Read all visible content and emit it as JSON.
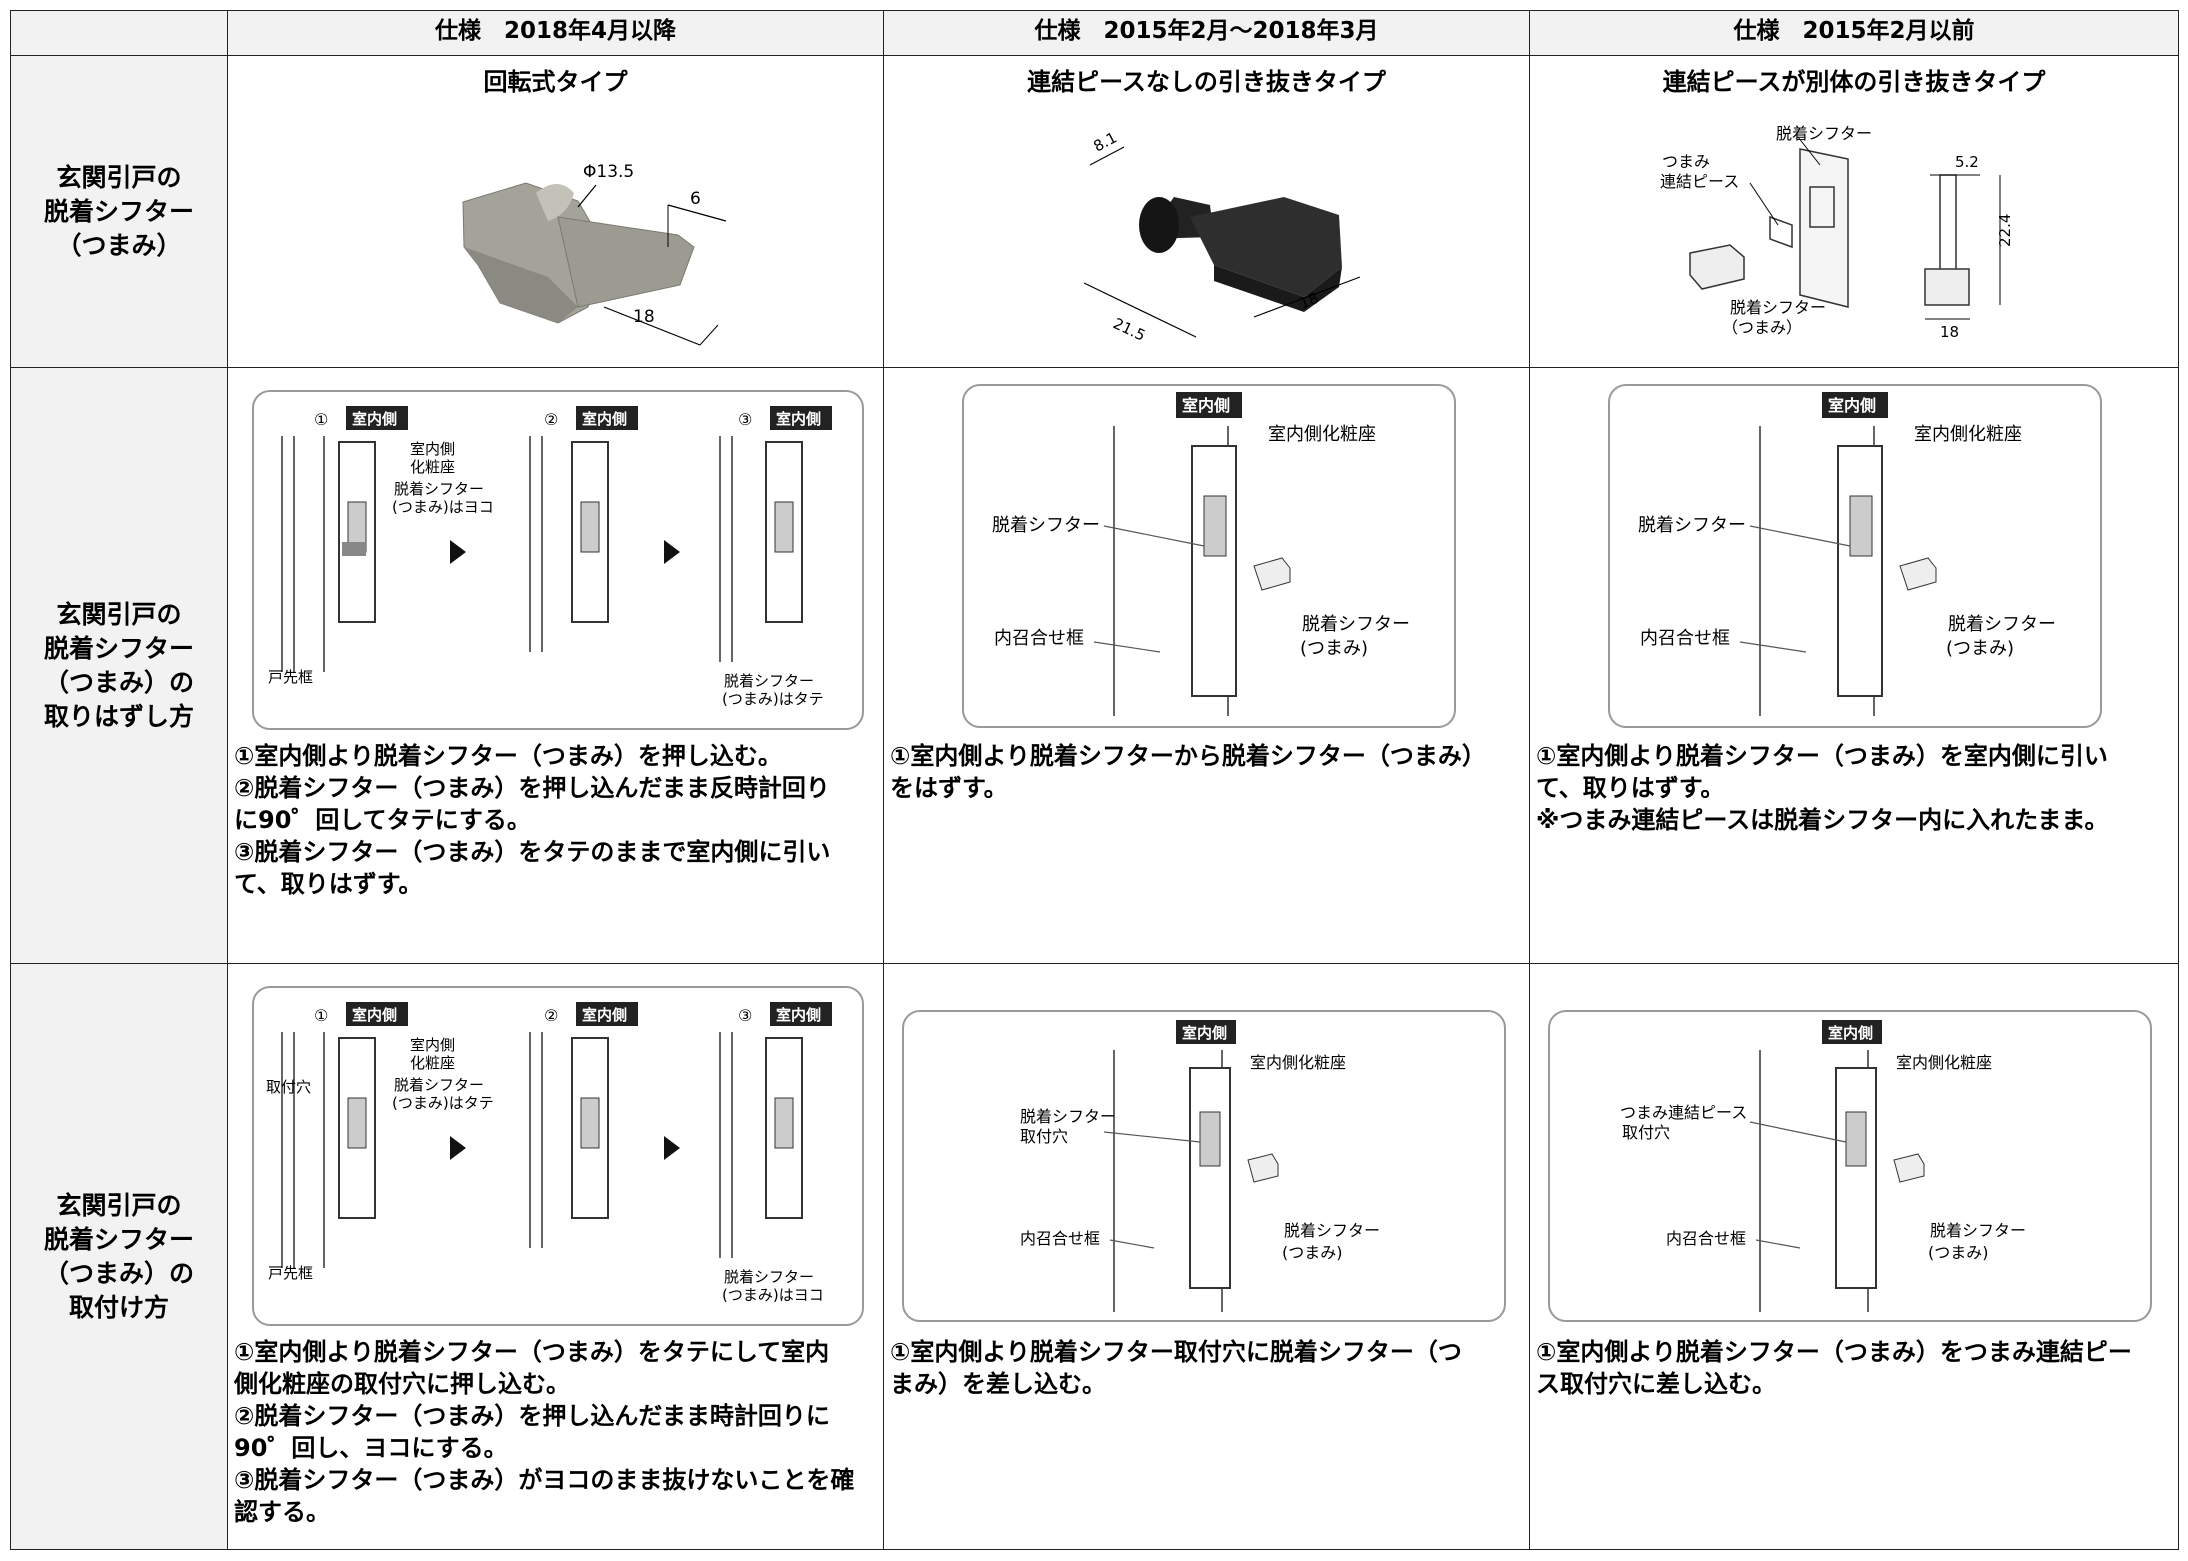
{
  "header": {
    "col1": "仕様　2018年4月以降",
    "col2": "仕様　2015年2月～2018年3月",
    "col3": "仕様　2015年2月以前"
  },
  "rows": {
    "knob": [
      "玄関引戸の",
      "脱着シフター",
      "（つまみ）"
    ],
    "remove": [
      "玄関引戸の",
      "脱着シフター",
      "（つまみ）の",
      "取りはずし方"
    ],
    "attach": [
      "玄関引戸の",
      "脱着シフター",
      "（つまみ）の",
      "取付け方"
    ]
  },
  "types": {
    "col1": "回転式タイプ",
    "col2": "連結ピースなしの引き抜きタイプ",
    "col3": "連結ピースが別体の引き抜きタイプ"
  },
  "dims": {
    "col1": {
      "phi": "Φ13.5",
      "w": "6",
      "l": "18"
    },
    "col2": {
      "h": "8.1",
      "l": "21.5",
      "w": "18"
    },
    "col3": {
      "w": "5.2",
      "h": "22.4",
      "l": "18",
      "shifter": "脱着シフター",
      "piece": [
        "つまみ",
        "連結ピース"
      ],
      "knob": [
        "脱着シフター",
        "（つまみ）"
      ]
    }
  },
  "fig_labels": {
    "indoor": "室内側",
    "steps": [
      "①",
      "②",
      "③"
    ],
    "plate2": [
      "室内側",
      "化粧座"
    ],
    "plate1": "室内側化粧座",
    "yoko": [
      "脱着シフター",
      "(つまみ)はヨコ"
    ],
    "tate": [
      "脱着シフター",
      "(つまみ)はタテ"
    ],
    "door_frame": "戸先框",
    "hole": "取付穴",
    "shifter": "脱着シフター",
    "shifter_hole": [
      "脱着シフター",
      "取付穴"
    ],
    "piece_hole": [
      "つまみ連結ピース",
      "取付穴"
    ],
    "frame": "内召合せ框",
    "knob": [
      "脱着シフター",
      "(つまみ)"
    ]
  },
  "remove_desc": {
    "col1": [
      "①室内側より脱着シフター（つまみ）を押し込む。",
      "②脱着シフター（つまみ）を押し込んだまま反時計回り",
      "に90゜回してタテにする。",
      "③脱着シフター（つまみ）をタテのままで室内側に引い",
      "て、取りはずす。"
    ],
    "col2": [
      "①室内側より脱着シフターから脱着シフター（つまみ）",
      "をはずす。"
    ],
    "col3": [
      "①室内側より脱着シフター（つまみ）を室内側に引い",
      "て、取りはずす。",
      "※つまみ連結ピースは脱着シフター内に入れたまま。"
    ]
  },
  "attach_desc": {
    "col1": [
      "①室内側より脱着シフター（つまみ）をタテにして室内",
      "側化粧座の取付穴に押し込む。",
      "②脱着シフター（つまみ）を押し込んだまま時計回りに",
      "90゜回し、ヨコにする。",
      "③脱着シフター（つまみ）がヨコのまま抜けないことを確",
      "認する。"
    ],
    "col2": [
      "①室内側より脱着シフター取付穴に脱着シフター（つ",
      "まみ）を差し込む。"
    ],
    "col3": [
      "①室内側より脱着シフター（つまみ）をつまみ連結ピー",
      "ス取付穴に差し込む。"
    ]
  }
}
